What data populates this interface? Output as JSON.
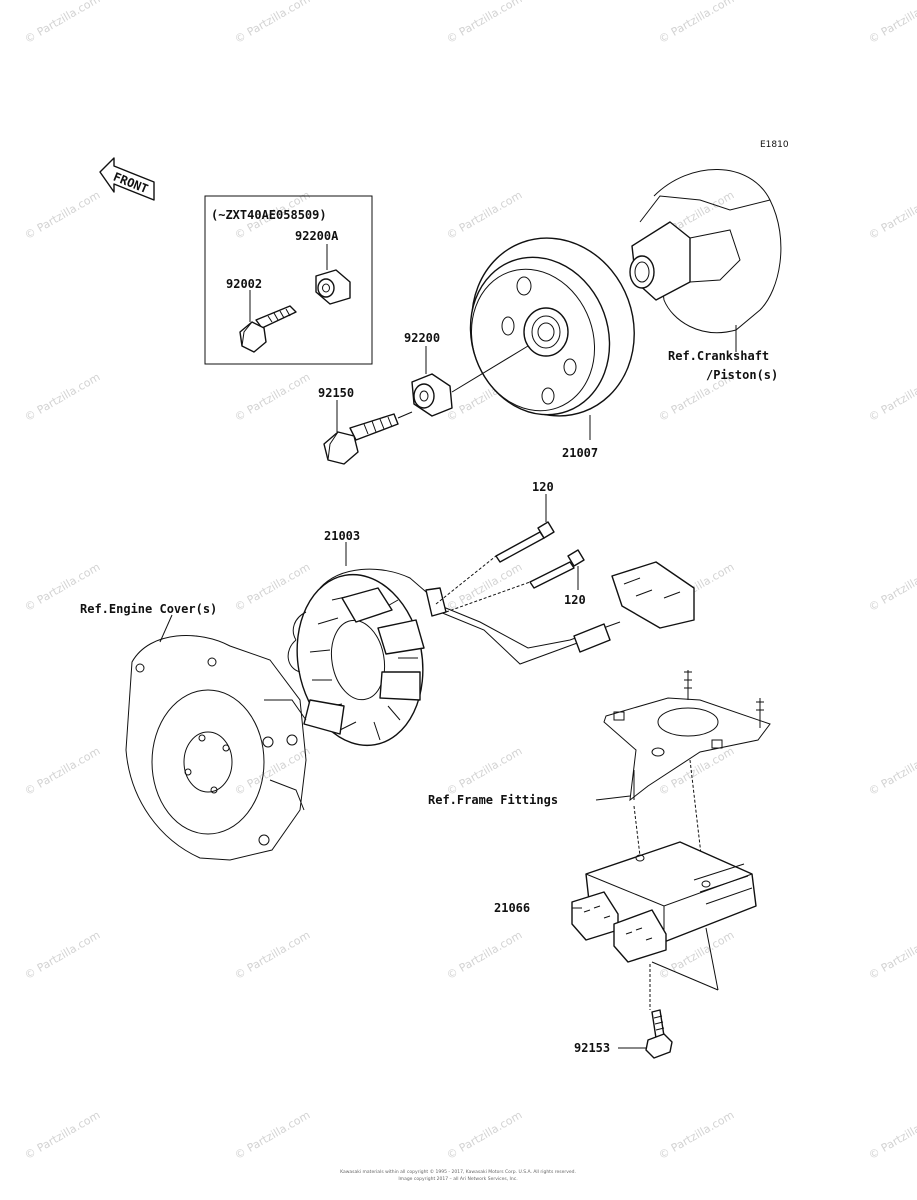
{
  "diagram_code": "E1810",
  "front_label": "FRONT",
  "watermark_text": "© Partzilla.com",
  "serial_note": "(~ZXT40AE058509)",
  "parts": {
    "p92200A": "92200A",
    "p92002": "92002",
    "p92200": "92200",
    "p92150": "92150",
    "p21007": "21007",
    "p120a": "120",
    "p120b": "120",
    "p21003": "21003",
    "p21066": "21066",
    "p92153": "92153"
  },
  "refs": {
    "crankshaft_line1": "Ref.Crankshaft",
    "crankshaft_line2": "/Piston(s)",
    "engine_cover": "Ref.Engine Cover(s)",
    "frame_fittings": "Ref.Frame Fittings"
  },
  "footer": {
    "line1": "Kawasaki materials within all copyright © 1995 - 2017, Kawasaki Motors Corp. U.S.A. All rights reserved.",
    "line2": "Image copyright 2017 – all Ari Network Services, Inc."
  },
  "colors": {
    "line": "#111111",
    "watermark": "#d3d3d3",
    "background": "#ffffff"
  }
}
